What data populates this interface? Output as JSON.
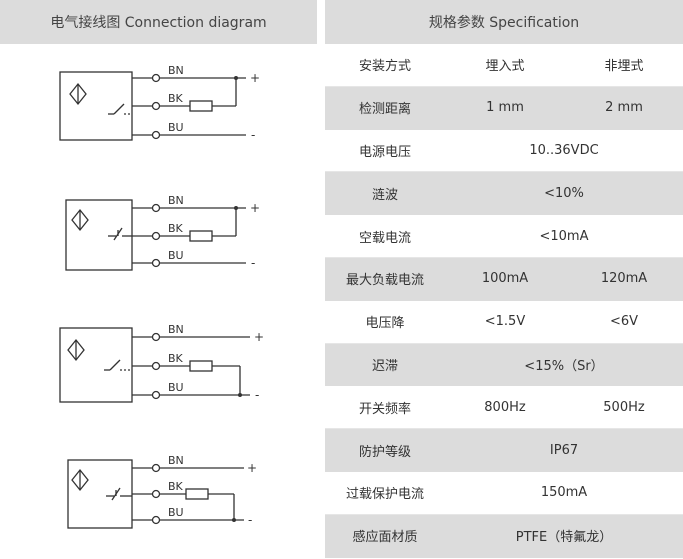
{
  "diagrams_header": "电气接线图 Connection diagram",
  "spec_header": "规格参数 Specification",
  "wire_labels": {
    "bn": "BN",
    "bk": "BK",
    "bu": "BU",
    "plus": "+",
    "minus": "-"
  },
  "spec_rows": [
    {
      "label": "安装方式",
      "v1": "埋入式",
      "v2": "非埋式"
    },
    {
      "label": "检测距离",
      "v1": "1 mm",
      "v2": "2 mm"
    },
    {
      "label": "电源电压",
      "value": "10..36VDC"
    },
    {
      "label": "涟波",
      "value": "<10%"
    },
    {
      "label": "空载电流",
      "value": "<10mA"
    },
    {
      "label": "最大负载电流",
      "v1": "100mA",
      "v2": "120mA"
    },
    {
      "label": "电压降",
      "v1": "<1.5V",
      "v2": "<6V"
    },
    {
      "label": "迟滞",
      "value": "<15%（Sr）"
    },
    {
      "label": "开关频率",
      "v1": "800Hz",
      "v2": "500Hz"
    },
    {
      "label": "防护等级",
      "value": "IP67"
    },
    {
      "label": "过载保护电流",
      "value": "150mA"
    },
    {
      "label": "感应面材质",
      "value": "PTFE（特氟龙）"
    }
  ],
  "colors": {
    "header_bg": "#dcdcdc",
    "line": "#333333"
  }
}
